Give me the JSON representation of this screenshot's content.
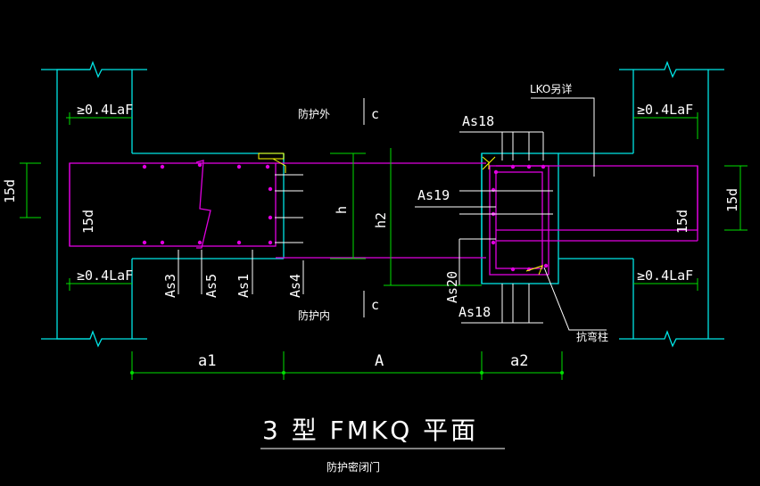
{
  "colors": {
    "background": "#000000",
    "wall": "#00e5e5",
    "rebar": "#e000e0",
    "dimension": "#00e000",
    "text": "#ffffff",
    "hatch": "#ffff00"
  },
  "labels": {
    "anchor_top_left": "≥0.4LaF",
    "anchor_bottom_left": "≥0.4LaF",
    "anchor_top_right": "≥0.4LaF",
    "anchor_bottom_right": "≥0.4LaF",
    "hook_left_inner": "15d",
    "hook_right_inner": "15d",
    "dim_left_15d": "15d",
    "dim_right_15d": "15d",
    "outside_label": "防护外",
    "inside_label": "防护内",
    "section_top": "c",
    "section_bottom": "c",
    "dim_h": "h",
    "dim_h2": "h2",
    "lko_note": "LKO另详",
    "as18_top": "As18",
    "as19": "As19",
    "as20": "As20",
    "as18_bottom": "As18",
    "column_note": "抗弯柱",
    "as3": "As3",
    "as5": "As5",
    "as1": "As1",
    "as4": "As4",
    "dim_a1": "a1",
    "dim_A": "A",
    "dim_a2": "a2",
    "title": "3 型 FMKQ 平面",
    "subtitle": "防护密闭门"
  }
}
